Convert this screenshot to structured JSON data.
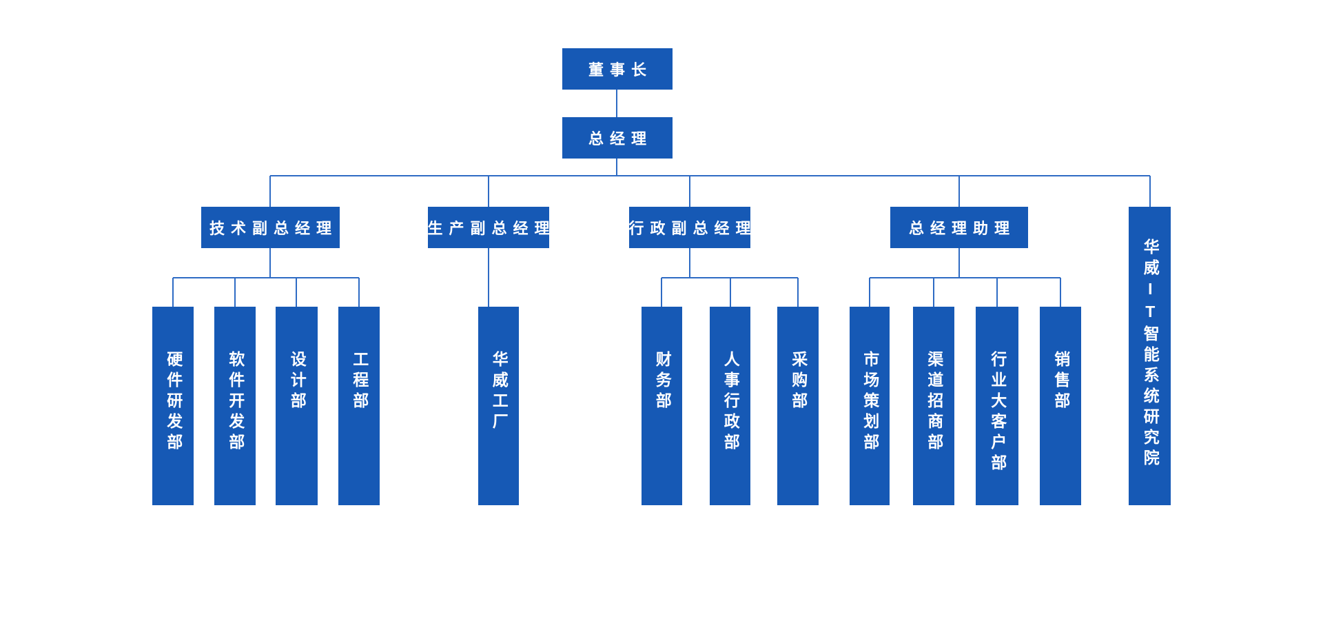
{
  "colors": {
    "node_fill": "#1659b5",
    "connector_line": "#2e6bc4",
    "node_text": "#ffffff",
    "background": "#ffffff"
  },
  "org": {
    "chairman": {
      "label": "董事长"
    },
    "general_manager": {
      "label": "总经理"
    },
    "branches": [
      {
        "label": "技术副总经理",
        "children": [
          {
            "label": "硬件研发部"
          },
          {
            "label": "软件开发部"
          },
          {
            "label": "设计部"
          },
          {
            "label": "工程部"
          }
        ]
      },
      {
        "label": "生产副总经理",
        "children": [
          {
            "label": "华威工厂"
          }
        ]
      },
      {
        "label": "行政副总经理",
        "children": [
          {
            "label": "财务部"
          },
          {
            "label": "人事行政部"
          },
          {
            "label": "采购部"
          }
        ]
      },
      {
        "label": "总经理助理",
        "children": [
          {
            "label": "市场策划部"
          },
          {
            "label": "渠道招商部"
          },
          {
            "label": "行业大客户部"
          },
          {
            "label": "销售部"
          }
        ]
      },
      {
        "label": "华威IT智能系统研究院",
        "children": []
      }
    ]
  }
}
